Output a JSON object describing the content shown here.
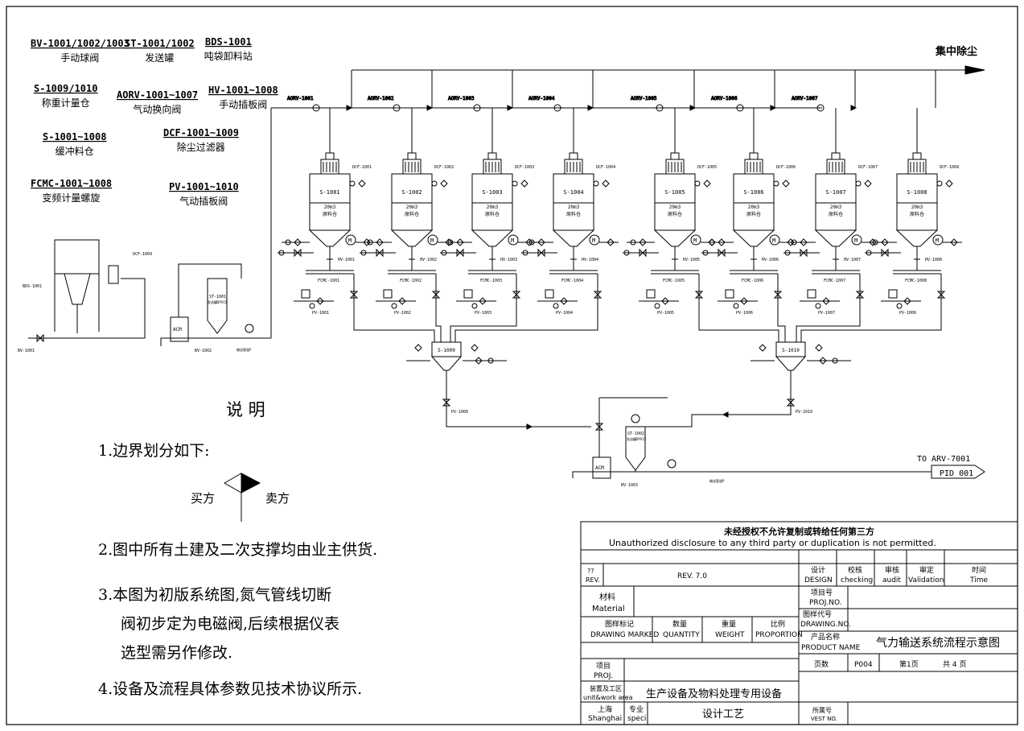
{
  "legend": [
    {
      "code": "BV-1001/1002/1003",
      "name": "手动球阀"
    },
    {
      "code": "ST-1001/1002",
      "name": "发送罐"
    },
    {
      "code": "BDS-1001",
      "name": "吨袋卸料站"
    },
    {
      "code": "S-1009/1010",
      "name": "称重计量仓"
    },
    {
      "code": "AORV-1001~1007",
      "name": "气动换向阀"
    },
    {
      "code": "HV-1001~1008",
      "name": "手动插板阀"
    },
    {
      "code": "S-1001~1008",
      "name": "缓冲料仓"
    },
    {
      "code": "DCF-1001~1009",
      "name": "除尘过滤器"
    },
    {
      "code": "FCMC-1001~1008",
      "name": "变频计量螺旋"
    },
    {
      "code": "PV-1001~1010",
      "name": "气动插板阀"
    }
  ],
  "dust_header_label": "集中除尘",
  "aorv": [
    "AORV-1001",
    "AORV-1002",
    "AORV-1003",
    "AORV-1004",
    "AORV-1005",
    "AORV-1006",
    "AORV-1007"
  ],
  "silos": [
    {
      "tag": "S-1001",
      "vol": "20m3",
      "name": "原料仓",
      "dcf": "DCF-1001",
      "hv": "HV-1001",
      "fcmc": "FCMC-1001",
      "pv": "PV-1001"
    },
    {
      "tag": "S-1002",
      "vol": "20m3",
      "name": "原料仓",
      "dcf": "DCF-1002",
      "hv": "HV-1002",
      "fcmc": "FCMC-1002",
      "pv": "PV-1002"
    },
    {
      "tag": "S-1003",
      "vol": "20m3",
      "name": "原料仓",
      "dcf": "DCF-1003",
      "hv": "HV-1003",
      "fcmc": "FCMC-1003",
      "pv": "PV-1003"
    },
    {
      "tag": "S-1004",
      "vol": "20m3",
      "name": "原料仓",
      "dcf": "DCF-1004",
      "hv": "HV-1004",
      "fcmc": "FCMC-1004",
      "pv": "PV-1004"
    },
    {
      "tag": "S-1005",
      "vol": "20m3",
      "name": "原料仓",
      "dcf": "DCF-1005",
      "hv": "HV-1005",
      "fcmc": "FCMC-1005",
      "pv": "PV-1005"
    },
    {
      "tag": "S-1006",
      "vol": "20m3",
      "name": "原料仓",
      "dcf": "DCF-1006",
      "hv": "HV-1006",
      "fcmc": "FCMC-1006",
      "pv": "PV-1006"
    },
    {
      "tag": "S-1007",
      "vol": "20m3",
      "name": "原料仓",
      "dcf": "DCF-1007",
      "hv": "HV-1007",
      "fcmc": "FCMC-1007",
      "pv": "PV-1007"
    },
    {
      "tag": "S-1008",
      "vol": "20m3",
      "name": "原料仓",
      "dcf": "DCF-1008",
      "hv": "HV-1008",
      "fcmc": "FCMC-1008",
      "pv": "PV-1008"
    }
  ],
  "weigh": [
    {
      "tag": "S-1009",
      "pv": "PV-1009"
    },
    {
      "tag": "S-1010",
      "pv": "PV-1010"
    }
  ],
  "feed": {
    "bds": "BDS-1001",
    "dcf": "DCF-1009",
    "bv": "BV-1001",
    "st": "ST-1001",
    "st_sub": "发送罐DPV15",
    "acm": "ACM",
    "bv2": "BV-1002",
    "gas": "输送管道P"
  },
  "send2": {
    "st": "ST-1002",
    "st_sub": "发送罐DPV15",
    "acm": "ACM",
    "bv": "BV-1003",
    "gas": "输送管道P"
  },
  "outlet": {
    "to": "TO ARV-7001",
    "pid": "PID 001"
  },
  "notes": {
    "title": "说 明",
    "n1": "1.边界划分如下:",
    "buyer": "买方",
    "seller": "卖方",
    "n2": "2.图中所有土建及二次支撑均由业主供货.",
    "n3a": "3.本图为初版系统图,氮气管线切断",
    "n3b": "阀初步定为电磁阀,后续根据仪表",
    "n3c": "选型需另作修改.",
    "n4": "4.设备及流程具体参数见技术协议所示."
  },
  "titleblock": {
    "warn_cn": "未经授权不允许复制或转给任何第三方",
    "warn_en": "Unauthorized disclosure to any third party or duplication is not permitted.",
    "rev_cn": "?? ",
    "rev_en": "REV.",
    "rev_val": "REV. 7.0",
    "design_cn": "设计",
    "design_en": "DESIGN",
    "check_cn": "校核",
    "check_en": "checking",
    "audit_cn": "审核",
    "audit_en": "audit",
    "valid_cn": "审定",
    "valid_en": "Validation",
    "time_cn": "时间",
    "time_en": "Time",
    "material_cn": "材料",
    "material_en": "Material",
    "projno_cn": "项目号",
    "projno_en": "PROJ.NO.",
    "dwgno_cn": "图样代号",
    "dwgno_en": "DRAWING.NO.",
    "mark_cn": "图样标记",
    "mark_en": "DRAWING MARKED",
    "qty_cn": "数量",
    "qty_en": "QUANTITY",
    "wt_cn": "重量",
    "wt_en": "WEIGHT",
    "prop_cn": "比例",
    "prop_en": "PROPORTION",
    "prod_cn": "产品名称",
    "prod_en": "PRODUCT NAME",
    "title": "气力输送系统流程示意图",
    "page_cn": "页数",
    "page_no": "P004",
    "page_i": "第1页",
    "page_n": "共 4 页",
    "proj_cn": "项目",
    "proj_en": "PROJ.",
    "unit_cn": "装置及工区",
    "unit_en": "unit&work area",
    "unit_val": "生产设备及物料处理专用设备",
    "city_cn": "上海",
    "city_en": "Shanghai",
    "spec_cn": "专业",
    "spec_en": "speci",
    "spec_val": "设计工艺",
    "vest_cn": "所属号",
    "vest_en": "VEST NO."
  }
}
